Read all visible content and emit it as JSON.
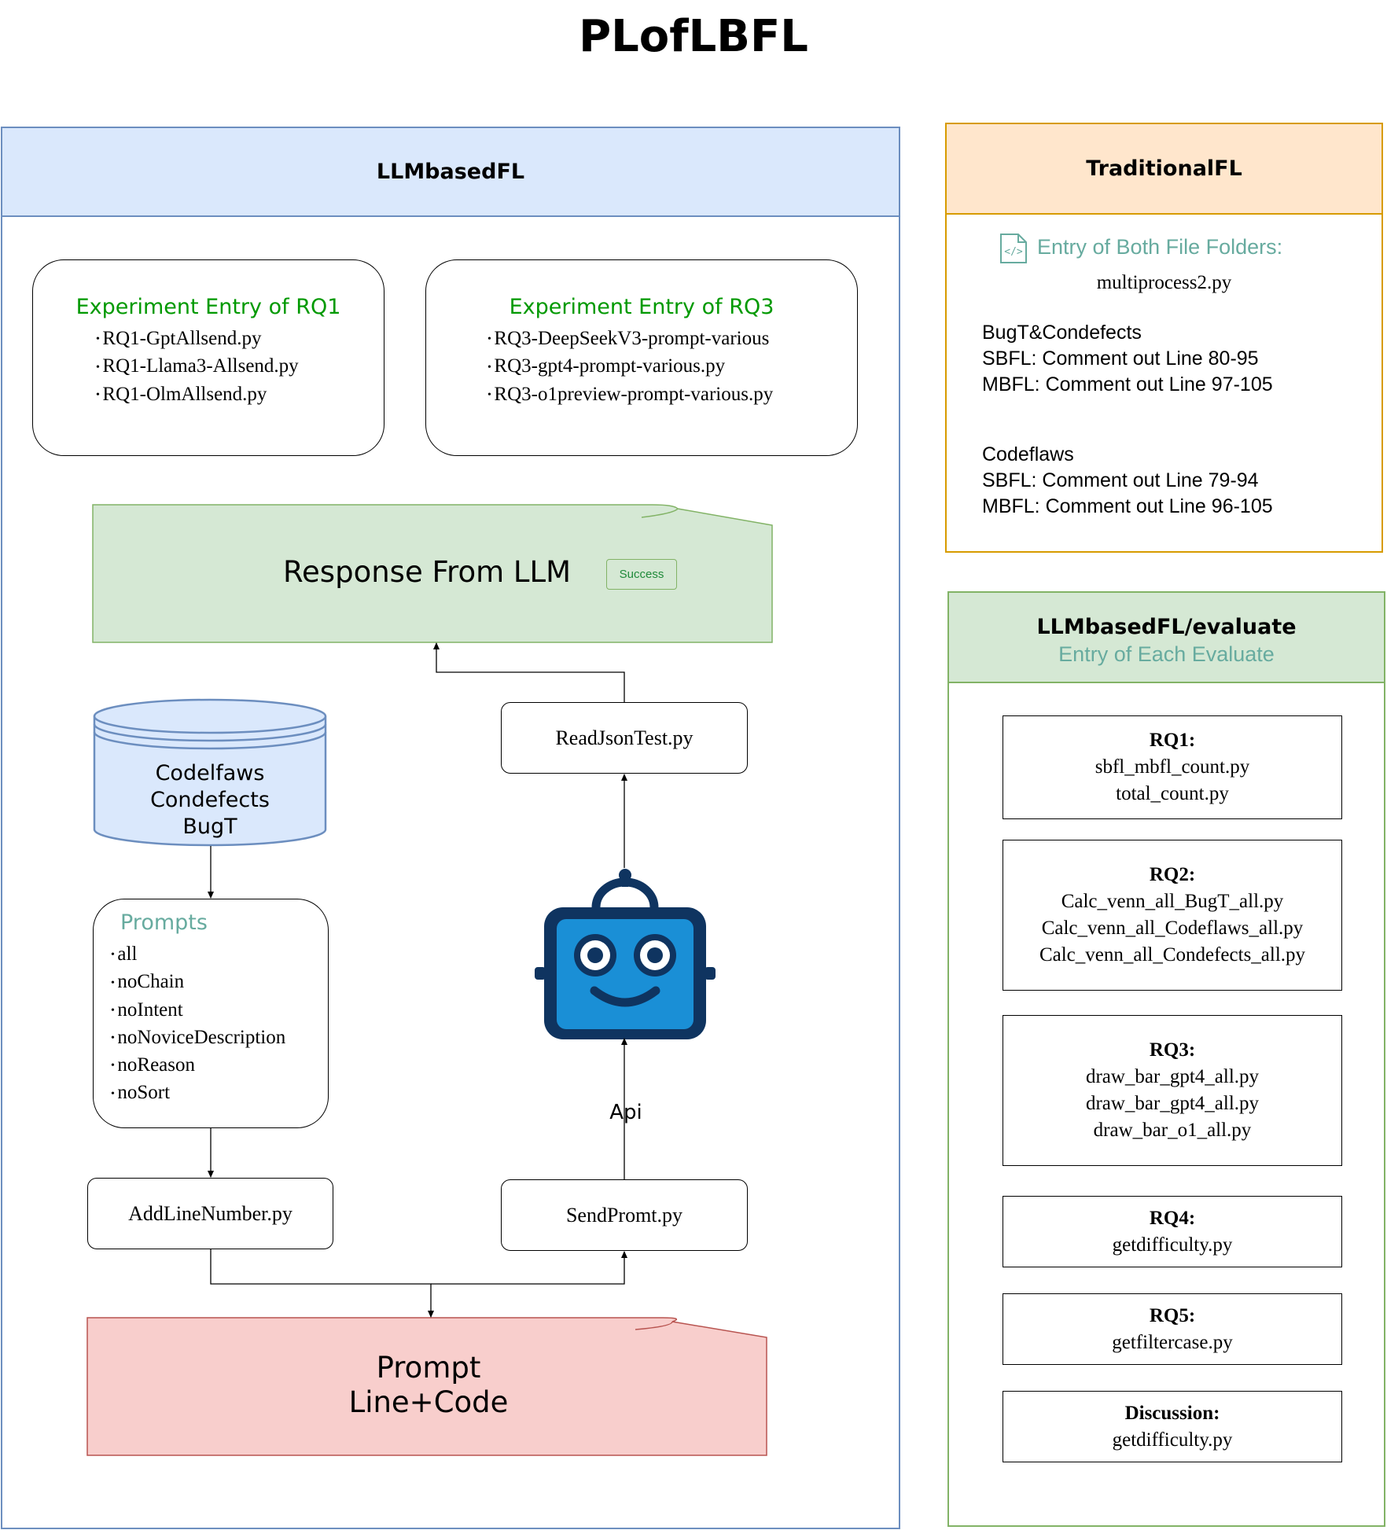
{
  "title": "PLofLBFL",
  "llm_panel": {
    "header": "LLMbasedFL",
    "rq1": {
      "title": "Experiment Entry of RQ1",
      "items": [
        "RQ1-GptAllsend.py",
        "RQ1-Llama3-Allsend.py",
        "RQ1-OlmAllsend.py"
      ]
    },
    "rq3": {
      "title": "Experiment Entry of RQ3",
      "items": [
        "RQ3-DeepSeekV3-prompt-various",
        "RQ3-gpt4-prompt-various.py",
        "RQ3-o1preview-prompt-various.py"
      ]
    },
    "response": "Response From LLM",
    "success_badge": "Success",
    "database": [
      "Codelfaws",
      "Condefects",
      "BugT"
    ],
    "prompts": {
      "title": "Prompts",
      "items": [
        "all",
        "noChain",
        "noIntent",
        "noNoviceDescription",
        "noReason",
        "noSort"
      ]
    },
    "add_line_number": "AddLineNumber.py",
    "send_prompt": "SendPromt.py",
    "read_json_test": "ReadJsonTest.py",
    "api_label": "Api",
    "prompt_doc": [
      "Prompt",
      "Line+Code"
    ]
  },
  "traditional_panel": {
    "header": "TraditionalFL",
    "entry_label": "Entry of Both File Folders:",
    "entry_file": "multiprocess2.py",
    "group1": [
      "BugT&Condefects",
      "SBFL: Comment out Line 80-95",
      "MBFL: Comment out Line 97-105"
    ],
    "group2": [
      "Codeflaws",
      "SBFL: Comment out Line 79-94",
      "MBFL: Comment out Line 96-105"
    ]
  },
  "evaluate_panel": {
    "header": "LLMbasedFL/evaluate",
    "subheader": "Entry of Each Evaluate",
    "boxes": [
      {
        "title": "RQ1:",
        "files": [
          "sbfl_mbfl_count.py",
          "total_count.py"
        ]
      },
      {
        "title": "RQ2:",
        "files": [
          "Calc_venn_all_BugT_all.py",
          "Calc_venn_all_Codeflaws_all.py",
          "Calc_venn_all_Condefects_all.py"
        ]
      },
      {
        "title": "RQ3:",
        "files": [
          "draw_bar_gpt4_all.py",
          "draw_bar_gpt4_all.py",
          "draw_bar_o1_all.py"
        ]
      },
      {
        "title": "RQ4:",
        "files": [
          "getdifficulty.py"
        ]
      },
      {
        "title": "RQ5:",
        "files": [
          "getfiltercase.py"
        ]
      },
      {
        "title": "Discussion:",
        "files": [
          "getdifficulty.py"
        ]
      }
    ]
  },
  "colors": {
    "blue_fill": "#dae8fc",
    "blue_stroke": "#6c8ebf",
    "orange_fill": "#ffe6cc",
    "orange_stroke": "#d79b00",
    "green_fill": "#d5e8d4",
    "green_stroke": "#82b366",
    "red_fill": "#f8cecc",
    "red_stroke": "#b85450",
    "entry_green": "#009900",
    "teal": "#67ab9f",
    "robot_dark": "#0f3460",
    "robot_blue": "#1a8fd6"
  },
  "icons": [
    "code-file-icon",
    "robot-icon",
    "database-icon"
  ]
}
